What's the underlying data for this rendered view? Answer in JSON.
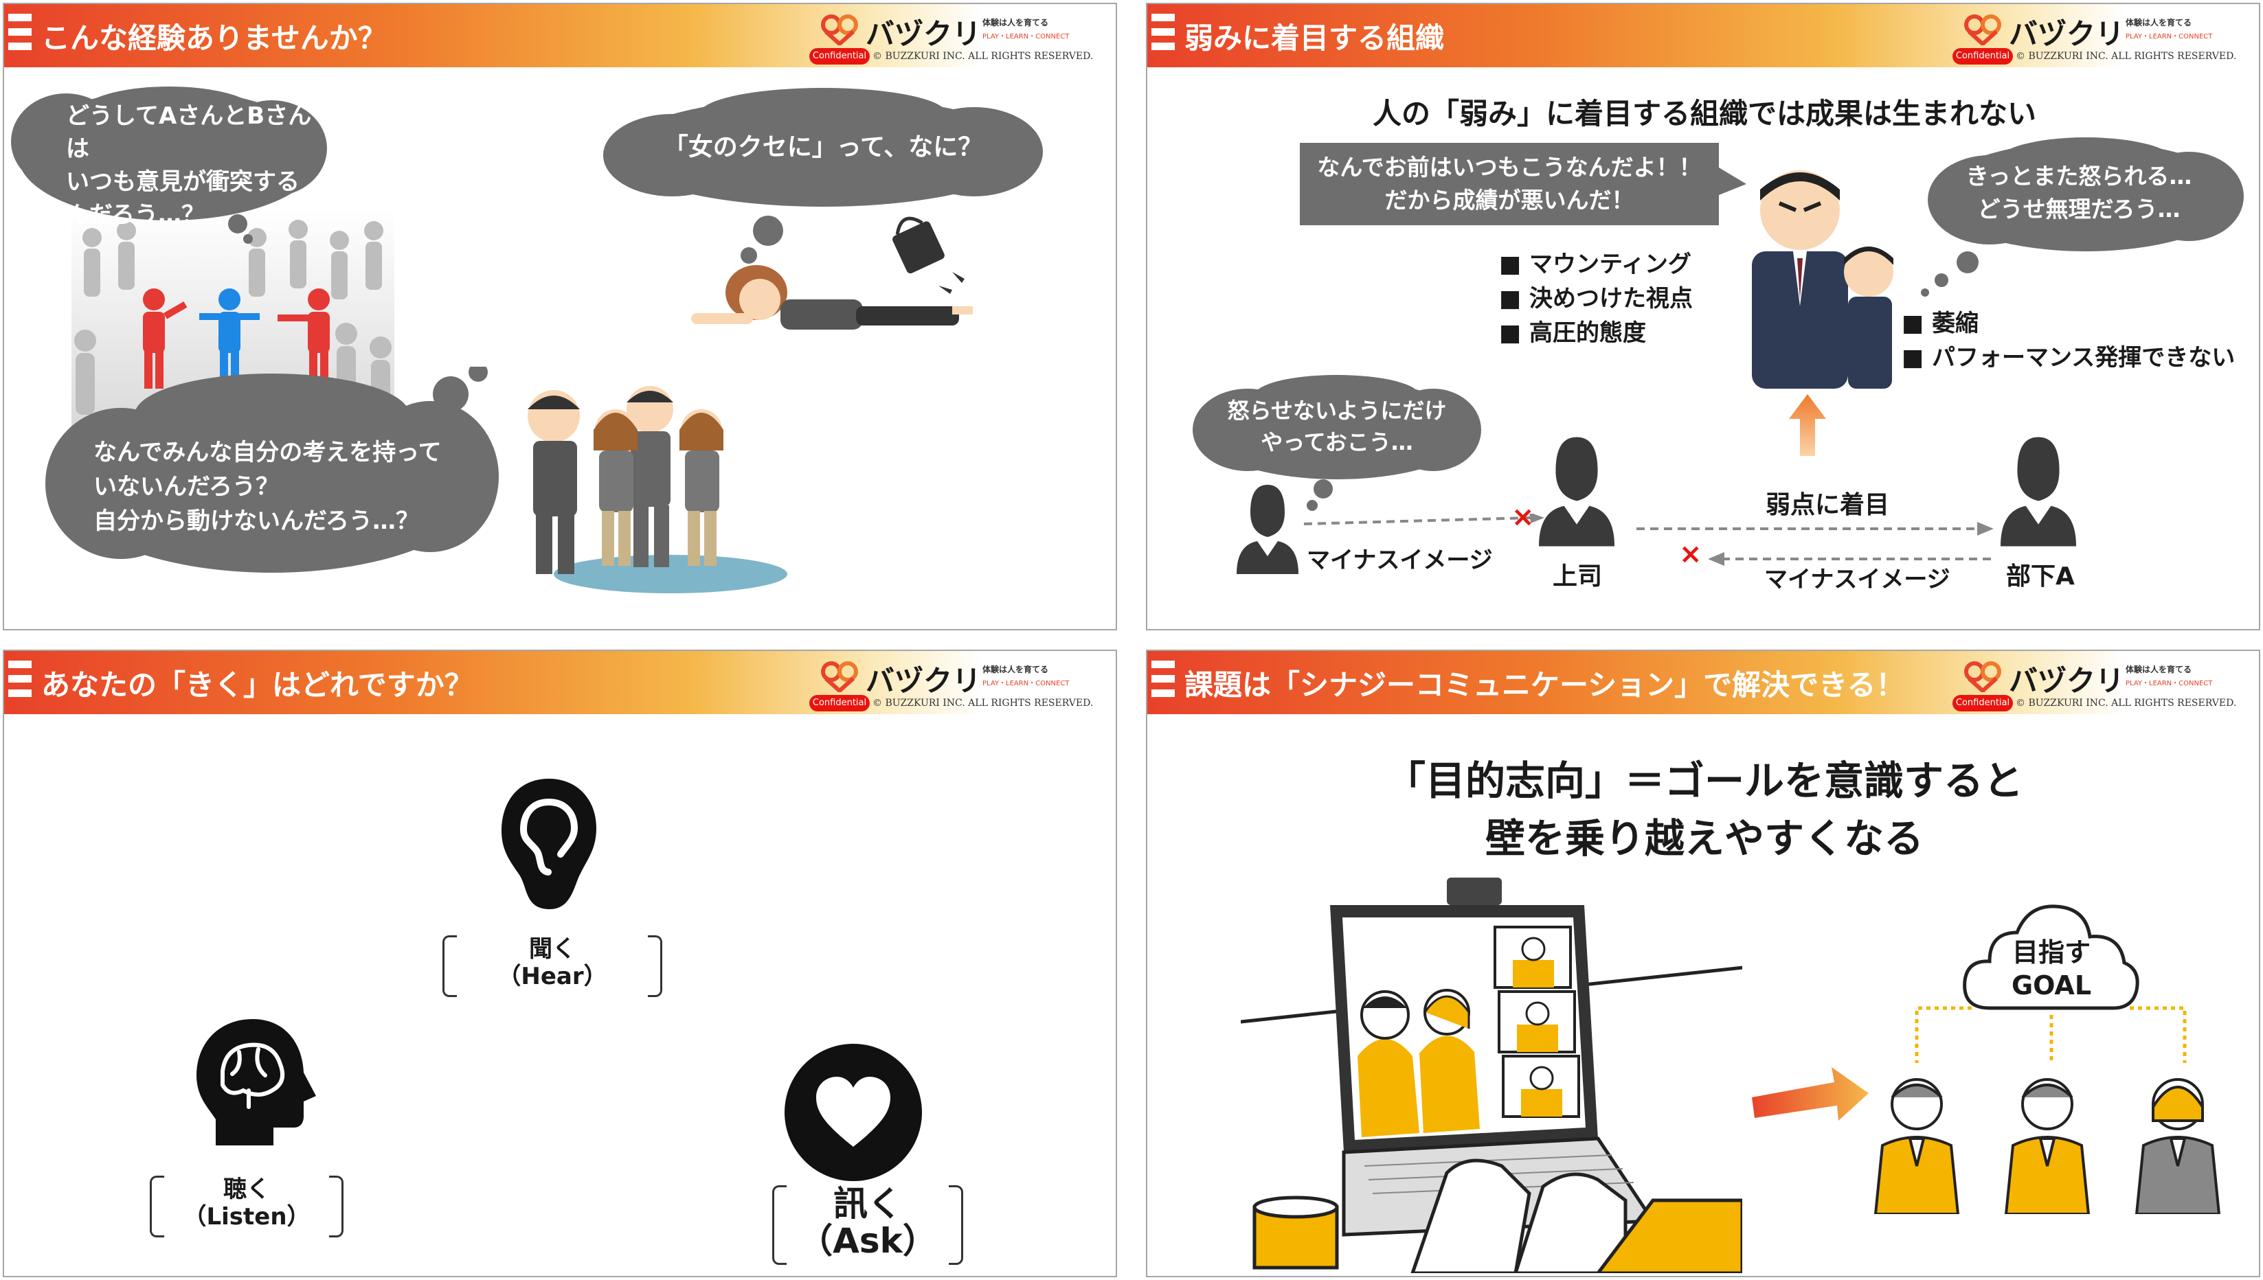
{
  "logo": {
    "brand": "バヅクリ",
    "tagline": "体験は人を育てる",
    "sub_tagline": "PLAY・LEARN・CONNECT",
    "confidential": "Confidential",
    "copyright": "© BUZZKURI INC. ALL RIGHTS RESERVED."
  },
  "colors": {
    "accent_red": "#e8422a",
    "accent_orange": "#ef7a2c",
    "cloud_gray": "#6e6e6e",
    "yellow": "#f5b400"
  },
  "slide1": {
    "title": "こんな経験ありませんか？",
    "bubble1": "どうしてAさんとBさんは\nいつも意見が衝突する\nんだろう…？",
    "bubble2": "「女のクセに」って、なに？",
    "bubble3": "なんでみんな自分の考えを持って\nいないんだろう？\n自分から動けないんだろう…？"
  },
  "slide2": {
    "title": "弱みに着目する組織",
    "headline": "人の「弱み」に着目する組織では成果は生まれない",
    "boss_speech": "なんでお前はいつもこうなんだよ！！\nだから成績が悪いんだ！",
    "sub_thought": "きっとまた怒られる…\nどうせ無理だろう…",
    "left_thought": "怒らせないようにだけ\nやっておこう…",
    "boss_traits": [
      "■ マウンティング",
      "■ 決めつけた視点",
      "■ 高圧的態度"
    ],
    "sub_traits": [
      "■ 萎縮",
      "■ パフォーマンス発揮できない"
    ],
    "label_boss": "上司",
    "label_sub": "部下A",
    "label_minus_left": "マイナスイメージ",
    "label_focus": "弱点に着目",
    "label_minus_right": "マイナスイメージ",
    "cross": "×"
  },
  "slide3": {
    "title": "あなたの「きく」はどれですか？",
    "hear": {
      "kanji": "聞く",
      "en": "（Hear）"
    },
    "listen": {
      "kanji": "聴く",
      "en": "（Listen）"
    },
    "ask": {
      "kanji": "訊く",
      "en": "（Ask）"
    }
  },
  "slide4": {
    "title": "課題は「シナジーコミュニケーション」で解決できる！",
    "headline_line1": "「目的志向」＝ゴールを意識すると",
    "headline_line2": "壁を乗り越えやすくなる",
    "goal_line1": "目指す",
    "goal_line2": "GOAL"
  }
}
